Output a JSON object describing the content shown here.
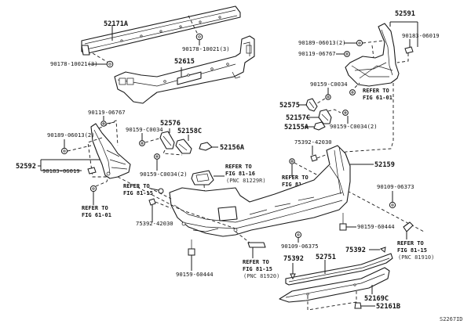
{
  "diagram": {
    "figure_code": "S2267ID",
    "parts": {
      "p52171A": "52171A",
      "p52615": "52615",
      "p52591": "52591",
      "p52592": "52592",
      "p52576": "52576",
      "p52158C": "52158C",
      "p52156A": "52156A",
      "p52575": "52575",
      "p52157C": "52157C",
      "p52155A": "52155A",
      "p52159": "52159",
      "p52751": "52751",
      "p52169C": "52169C",
      "p52161B": "52161B",
      "p75392_a": "75392",
      "p75392_b": "75392"
    },
    "fasteners": {
      "f90178_left": "90178-10021(3)",
      "f90178_right": "90178-10021(3)",
      "f90189_right": "90189-06013(2)",
      "f90119_right": "90119-06767",
      "f90183_right": "90183-06019",
      "f90159_c0034_top": "90159-C0034",
      "f90159_c0034_right2": "90159-C0034(2)",
      "f90119_left": "90119-06767",
      "f90189_left": "90189-06013(2)",
      "f90183_left": "90183-06019",
      "f90159_c0034_mid": "90159-C0034",
      "f90159_c0034_mid2": "90159-C0034(2)",
      "f75392_42030_right": "75392-42030",
      "f75392_42030_left": "75392-42030",
      "f90109_06373": "90109-06373",
      "f90159_60444_right": "90159-60444",
      "f90159_60444_bottom": "90159-60444",
      "f90109_06375": "90109-06375"
    },
    "references": {
      "ref_61_01_right": [
        "REFER TO",
        "FIG 61-01"
      ],
      "ref_61_01_left": [
        "REFER TO",
        "FIG 61-01"
      ],
      "ref_81_15_left": [
        "REFER TO",
        "FIG 81-15"
      ],
      "ref_81_15_mid": [
        "REFER TO",
        "FIG 81-15"
      ],
      "ref_81_16": [
        "REFER TO",
        "FIG 81-16",
        "(PNC 81229R)"
      ],
      "ref_81_15_bottom": [
        "REFER TO",
        "FIG 81-15",
        "(PNC 81920)"
      ],
      "ref_81_15_right": [
        "REFER TO",
        "FIG 81-15",
        "(PNC 81910)"
      ]
    }
  }
}
